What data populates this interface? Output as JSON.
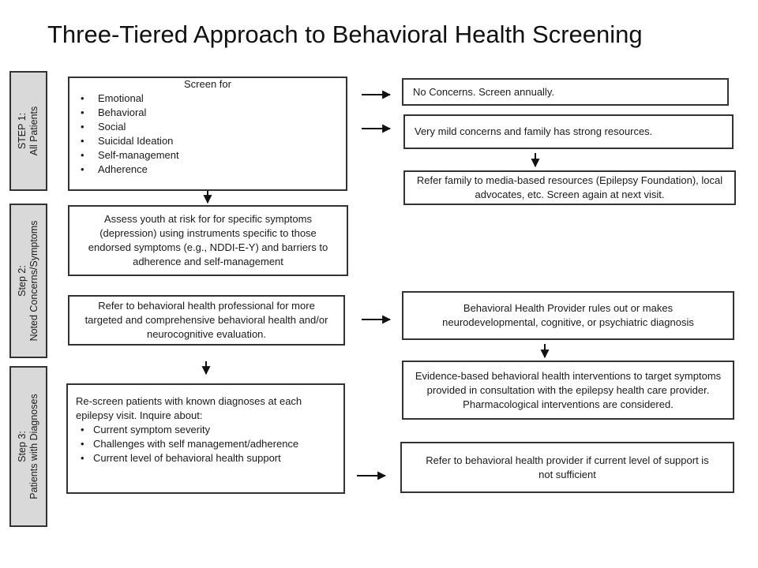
{
  "title": "Three-Tiered Approach to Behavioral Health Screening",
  "steps": [
    {
      "line1": "STEP 1:",
      "line2": "All Patients"
    },
    {
      "line1": "Step 2:",
      "line2": "Noted Concerns/Symptoms"
    },
    {
      "line1": "Step 3:",
      "line2": "Patients with Diagnoses"
    }
  ],
  "screen_box": {
    "heading": "Screen for",
    "items": [
      "Emotional",
      "Behavioral",
      "Social",
      "Suicidal Ideation",
      "Self-management",
      "Adherence"
    ]
  },
  "no_concerns": "No Concerns. Screen annually.",
  "mild_concerns": "Very mild concerns and family has strong resources.",
  "refer_family": "Refer family to media-based resources (Epilepsy Foundation), local advocates,  etc. Screen again at next visit.",
  "assess_youth": "Assess youth at risk for for specific symptoms (depression) using instruments specific to those endorsed symptoms (e.g., NDDI-E-Y) and barriers to adherence and self-management",
  "refer_professional": "Refer to behavioral health professional for more targeted and comprehensive behavioral health and/or neurocognitive evaluation.",
  "provider_rules": "Behavioral Health Provider rules out or makes neurodevelopmental, cognitive, or psychiatric diagnosis",
  "evidence_based": "Evidence-based behavioral health interventions to target symptoms provided in consultation with the epilepsy health care provider. Pharmacological interventions are considered.",
  "rescreen_box": {
    "intro": "Re-screen patients with known diagnoses at each epilepsy visit. Inquire about:",
    "items": [
      "Current symptom severity",
      "Challenges with self management/adherence",
      "Current level of behavioral health support"
    ]
  },
  "refer_provider": "Refer to behavioral health provider if current level of support is not sufficient"
}
